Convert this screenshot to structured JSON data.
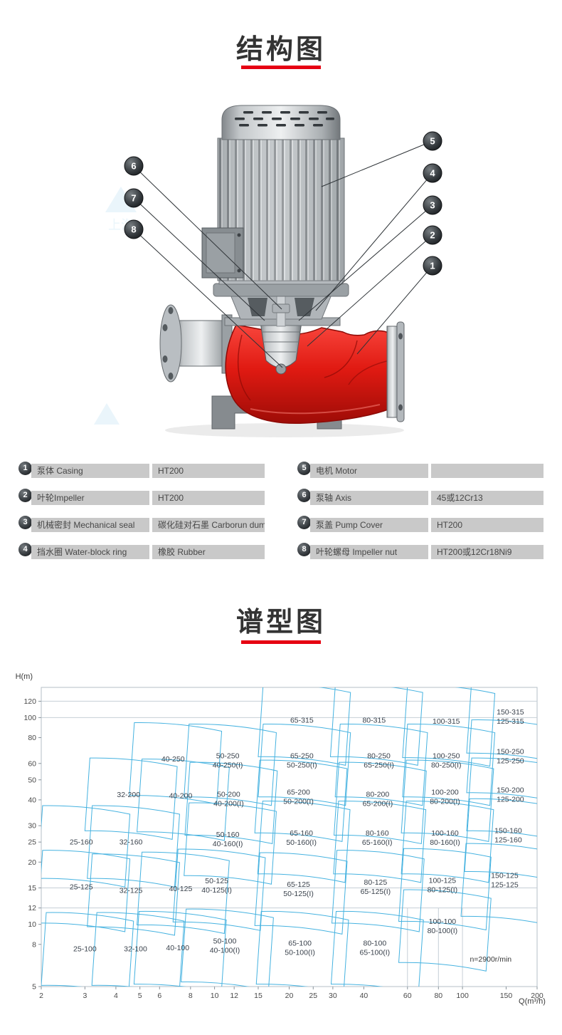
{
  "accent_color": "#e60012",
  "structure_section": {
    "title": "结构图",
    "watermark_text": "上海",
    "callout_numbers": [
      "1",
      "2",
      "3",
      "4",
      "5",
      "6",
      "7",
      "8"
    ],
    "parts_table": {
      "left": [
        {
          "num": "1",
          "name": "泵体 Casing",
          "material": "HT200"
        },
        {
          "num": "2",
          "name": "叶轮Impeller",
          "material": "HT200"
        },
        {
          "num": "3",
          "name": "机械密封 Mechanical seal",
          "material": "碳化硅对石墨 Carborun dum"
        },
        {
          "num": "4",
          "name": "挡水圈 Water-block ring",
          "material": "橡胶 Rubber"
        }
      ],
      "right": [
        {
          "num": "5",
          "name": "电机 Motor",
          "material": ""
        },
        {
          "num": "6",
          "name": "泵轴 Axis",
          "material": "45或12Cr13"
        },
        {
          "num": "7",
          "name": "泵盖 Pump Cover",
          "material": "HT200"
        },
        {
          "num": "8",
          "name": "叶轮螺母 Impeller nut",
          "material": "HT200或12Cr18Ni9"
        }
      ]
    }
  },
  "spectrum_section": {
    "title": "谱型图",
    "chart_data": {
      "type": "area",
      "title": "谱型图",
      "xlabel": "Q(m³/h)",
      "ylabel": "H(m)",
      "x_scale": "log",
      "y_scale": "log",
      "xlim": [
        2,
        200
      ],
      "ylim": [
        5,
        140
      ],
      "x_ticks": [
        2,
        3,
        4,
        5,
        6,
        8,
        10,
        12,
        15,
        20,
        25,
        30,
        40,
        60,
        80,
        100,
        150,
        200
      ],
      "y_ticks": [
        120,
        100,
        80,
        60,
        50,
        40,
        30,
        25,
        20,
        15,
        12,
        10,
        8,
        5
      ],
      "h_gridlines": [
        120,
        100,
        15,
        12
      ],
      "v_gridlines_partial": {
        "q": [
          60,
          80,
          100
        ],
        "h_top": 12
      },
      "annotation": {
        "text": "n=2900r/min",
        "q": 130,
        "h": 6.6
      },
      "line_color": "#45b2e0",
      "legend": "off",
      "regions": [
        {
          "labels": [
            "65-315"
          ],
          "q": 22.5,
          "h": 97
        },
        {
          "labels": [
            "80-315"
          ],
          "q": 44,
          "h": 97
        },
        {
          "labels": [
            "100-315"
          ],
          "q": 86,
          "h": 96
        },
        {
          "labels": [
            "150-315",
            "125-315"
          ],
          "q": 156,
          "h": 101
        },
        {
          "labels": [
            "40-250"
          ],
          "q": 6.8,
          "h": 63
        },
        {
          "labels": [
            "50-250",
            "40-250(I)"
          ],
          "q": 11.3,
          "h": 62
        },
        {
          "labels": [
            "65-250",
            "50-250(I)"
          ],
          "q": 22.5,
          "h": 62
        },
        {
          "labels": [
            "80-250",
            "65-250(I)"
          ],
          "q": 46,
          "h": 62
        },
        {
          "labels": [
            "100-250",
            "80-250(I)"
          ],
          "q": 86,
          "h": 62
        },
        {
          "labels": [
            "150-250",
            "125-250"
          ],
          "q": 156,
          "h": 65
        },
        {
          "labels": [
            "32-200"
          ],
          "q": 4.5,
          "h": 42.5
        },
        {
          "labels": [
            "40-200"
          ],
          "q": 7.3,
          "h": 42
        },
        {
          "labels": [
            "50-200",
            "40-200(I)"
          ],
          "q": 11.4,
          "h": 40.5
        },
        {
          "labels": [
            "65-200",
            "50-200(I)"
          ],
          "q": 21.8,
          "h": 41.5
        },
        {
          "labels": [
            "80-200",
            "65-200(I)"
          ],
          "q": 45.5,
          "h": 40.5
        },
        {
          "labels": [
            "100-200",
            "80-200(I)"
          ],
          "q": 85,
          "h": 41.5
        },
        {
          "labels": [
            "150-200",
            "125-200"
          ],
          "q": 156,
          "h": 42.5
        },
        {
          "labels": [
            "25-160"
          ],
          "q": 2.9,
          "h": 25
        },
        {
          "labels": [
            "32-160"
          ],
          "q": 4.6,
          "h": 25
        },
        {
          "labels": [
            "50-160",
            "40-160(I)"
          ],
          "q": 11.3,
          "h": 25.8
        },
        {
          "labels": [
            "65-160",
            "50-160(I)"
          ],
          "q": 22.4,
          "h": 26.3
        },
        {
          "labels": [
            "80-160",
            "65-160(I)"
          ],
          "q": 45.3,
          "h": 26.3
        },
        {
          "labels": [
            "100-160",
            "80-160(I)"
          ],
          "q": 85,
          "h": 26.3
        },
        {
          "labels": [
            "150-160",
            "125-160"
          ],
          "q": 153,
          "h": 27
        },
        {
          "labels": [
            "25-125"
          ],
          "q": 2.9,
          "h": 15.2
        },
        {
          "labels": [
            "32-125"
          ],
          "q": 4.6,
          "h": 14.6
        },
        {
          "labels": [
            "40-125"
          ],
          "q": 7.3,
          "h": 14.9
        },
        {
          "labels": [
            "50-125",
            "40-125(I)"
          ],
          "q": 10.2,
          "h": 15.4
        },
        {
          "labels": [
            "65-125",
            "50-125(I)"
          ],
          "q": 21.8,
          "h": 14.8
        },
        {
          "labels": [
            "80-125",
            "65-125(I)"
          ],
          "q": 44.6,
          "h": 15.2
        },
        {
          "labels": [
            "100-125",
            "80-125(I)"
          ],
          "q": 83,
          "h": 15.5
        },
        {
          "labels": [
            "150-125",
            "125-125"
          ],
          "q": 148,
          "h": 16.4
        },
        {
          "labels": [
            "25-100"
          ],
          "q": 3.0,
          "h": 7.6
        },
        {
          "labels": [
            "32-100"
          ],
          "q": 4.8,
          "h": 7.6
        },
        {
          "labels": [
            "40-100"
          ],
          "q": 7.1,
          "h": 7.7
        },
        {
          "labels": [
            "50-100",
            "40-100(I)"
          ],
          "q": 11.0,
          "h": 7.9
        },
        {
          "labels": [
            "65-100",
            "50-100(I)"
          ],
          "q": 22.1,
          "h": 7.7
        },
        {
          "labels": [
            "80-100",
            "65-100(I)"
          ],
          "q": 44.3,
          "h": 7.7
        },
        {
          "labels": [
            "100-100",
            "80-100(I)"
          ],
          "q": 83,
          "h": 9.8
        }
      ]
    }
  }
}
